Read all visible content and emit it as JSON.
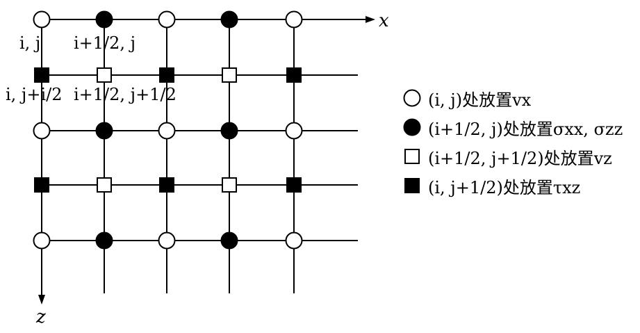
{
  "axes": {
    "x_label": "x",
    "z_label": "z"
  },
  "grid_labels": {
    "node_ij": "i, j",
    "node_i_half_j": "i+1/2, j",
    "node_ij_half": "i, j+i/2",
    "node_i_half_j_half": "i+1/2, j+1/2"
  },
  "legend": [
    {
      "marker": "open-circle",
      "text": "(i, j)处放置vx"
    },
    {
      "marker": "filled-circle",
      "text": "(i+1/2, j)处放置σxx, σzz"
    },
    {
      "marker": "open-square",
      "text": "(i+1/2, j+1/2)处放置vz"
    },
    {
      "marker": "filled-square",
      "text": "(i, j+1/2)处放置τxz"
    }
  ]
}
